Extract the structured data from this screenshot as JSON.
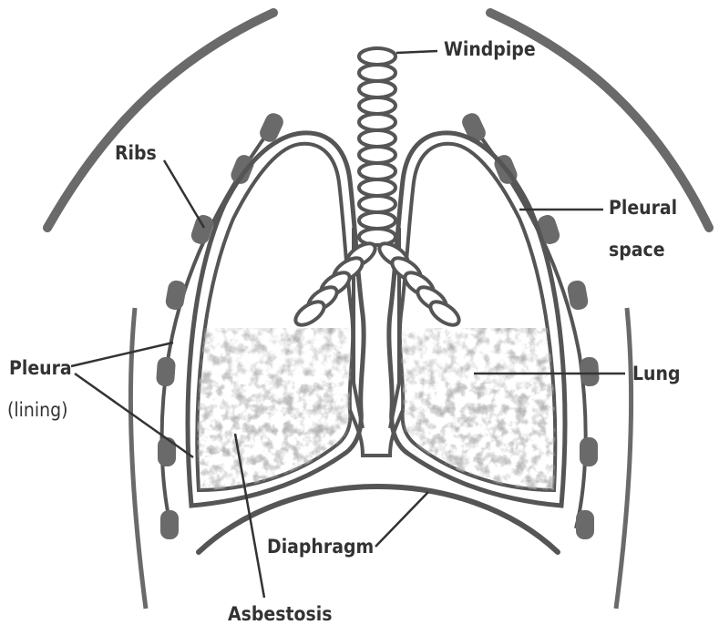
{
  "labels": {
    "windpipe": "Windpipe",
    "ribs": "Ribs",
    "pleural_space_1": "Pleural",
    "pleural_space_2": "space",
    "pleura_1": "Pleura",
    "pleura_2": "(lining)",
    "lung": "Lung",
    "diaphragm": "Diaphragm",
    "asbestosis": "Asbestosis"
  },
  "colors": {
    "outline": "#555555",
    "fill": "#6a6a6a",
    "shading": "#8a8a8a",
    "text": "#333333"
  }
}
